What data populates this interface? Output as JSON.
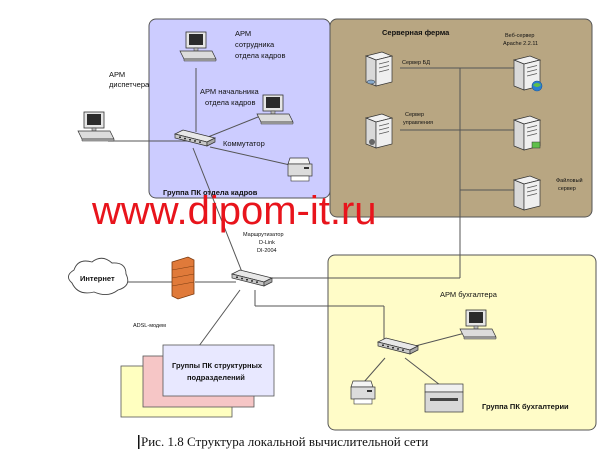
{
  "zones": {
    "hr": {
      "title": "Группа ПК отдела кадров",
      "fill": "#ccccff"
    },
    "server_farm": {
      "title": "Серверная ферма",
      "fill": "#b8a682"
    },
    "accounting": {
      "title": "Группа ПК бухгалтерии",
      "fill": "#fffcc8"
    }
  },
  "nodes": {
    "arm_dispatcher": [
      "АРМ",
      "диспетчера"
    ],
    "arm_hr_employee": [
      "АРМ",
      "сотрудника",
      "отдела кадров"
    ],
    "arm_hr_head": [
      "АРМ начальника",
      "отдела кадров"
    ],
    "switch_hr": "Коммутатор",
    "server_db": "Сервер БД",
    "server_web": [
      "Веб-сервер",
      "Apache 2.2.11"
    ],
    "server_mgmt": [
      "Сервер",
      "управления"
    ],
    "server_file": [
      "Файловый",
      "сервер"
    ],
    "router": [
      "Маршрутизатор",
      "D-Link",
      "DI-2004"
    ],
    "internet": "Интернет",
    "adsl": "ADSL-модем",
    "dept_groups": [
      "Группы ПК структурных",
      "подразделений"
    ],
    "arm_accountant": "АРМ бухгалтера"
  },
  "watermark": "www.dipom-it.ru",
  "caption": "Рис.   1.8  Структура локальной вычислительной сети",
  "colors": {
    "watermark": "#e8141c",
    "firewall": "#e07a3a",
    "globe": "#2a7fd4"
  }
}
